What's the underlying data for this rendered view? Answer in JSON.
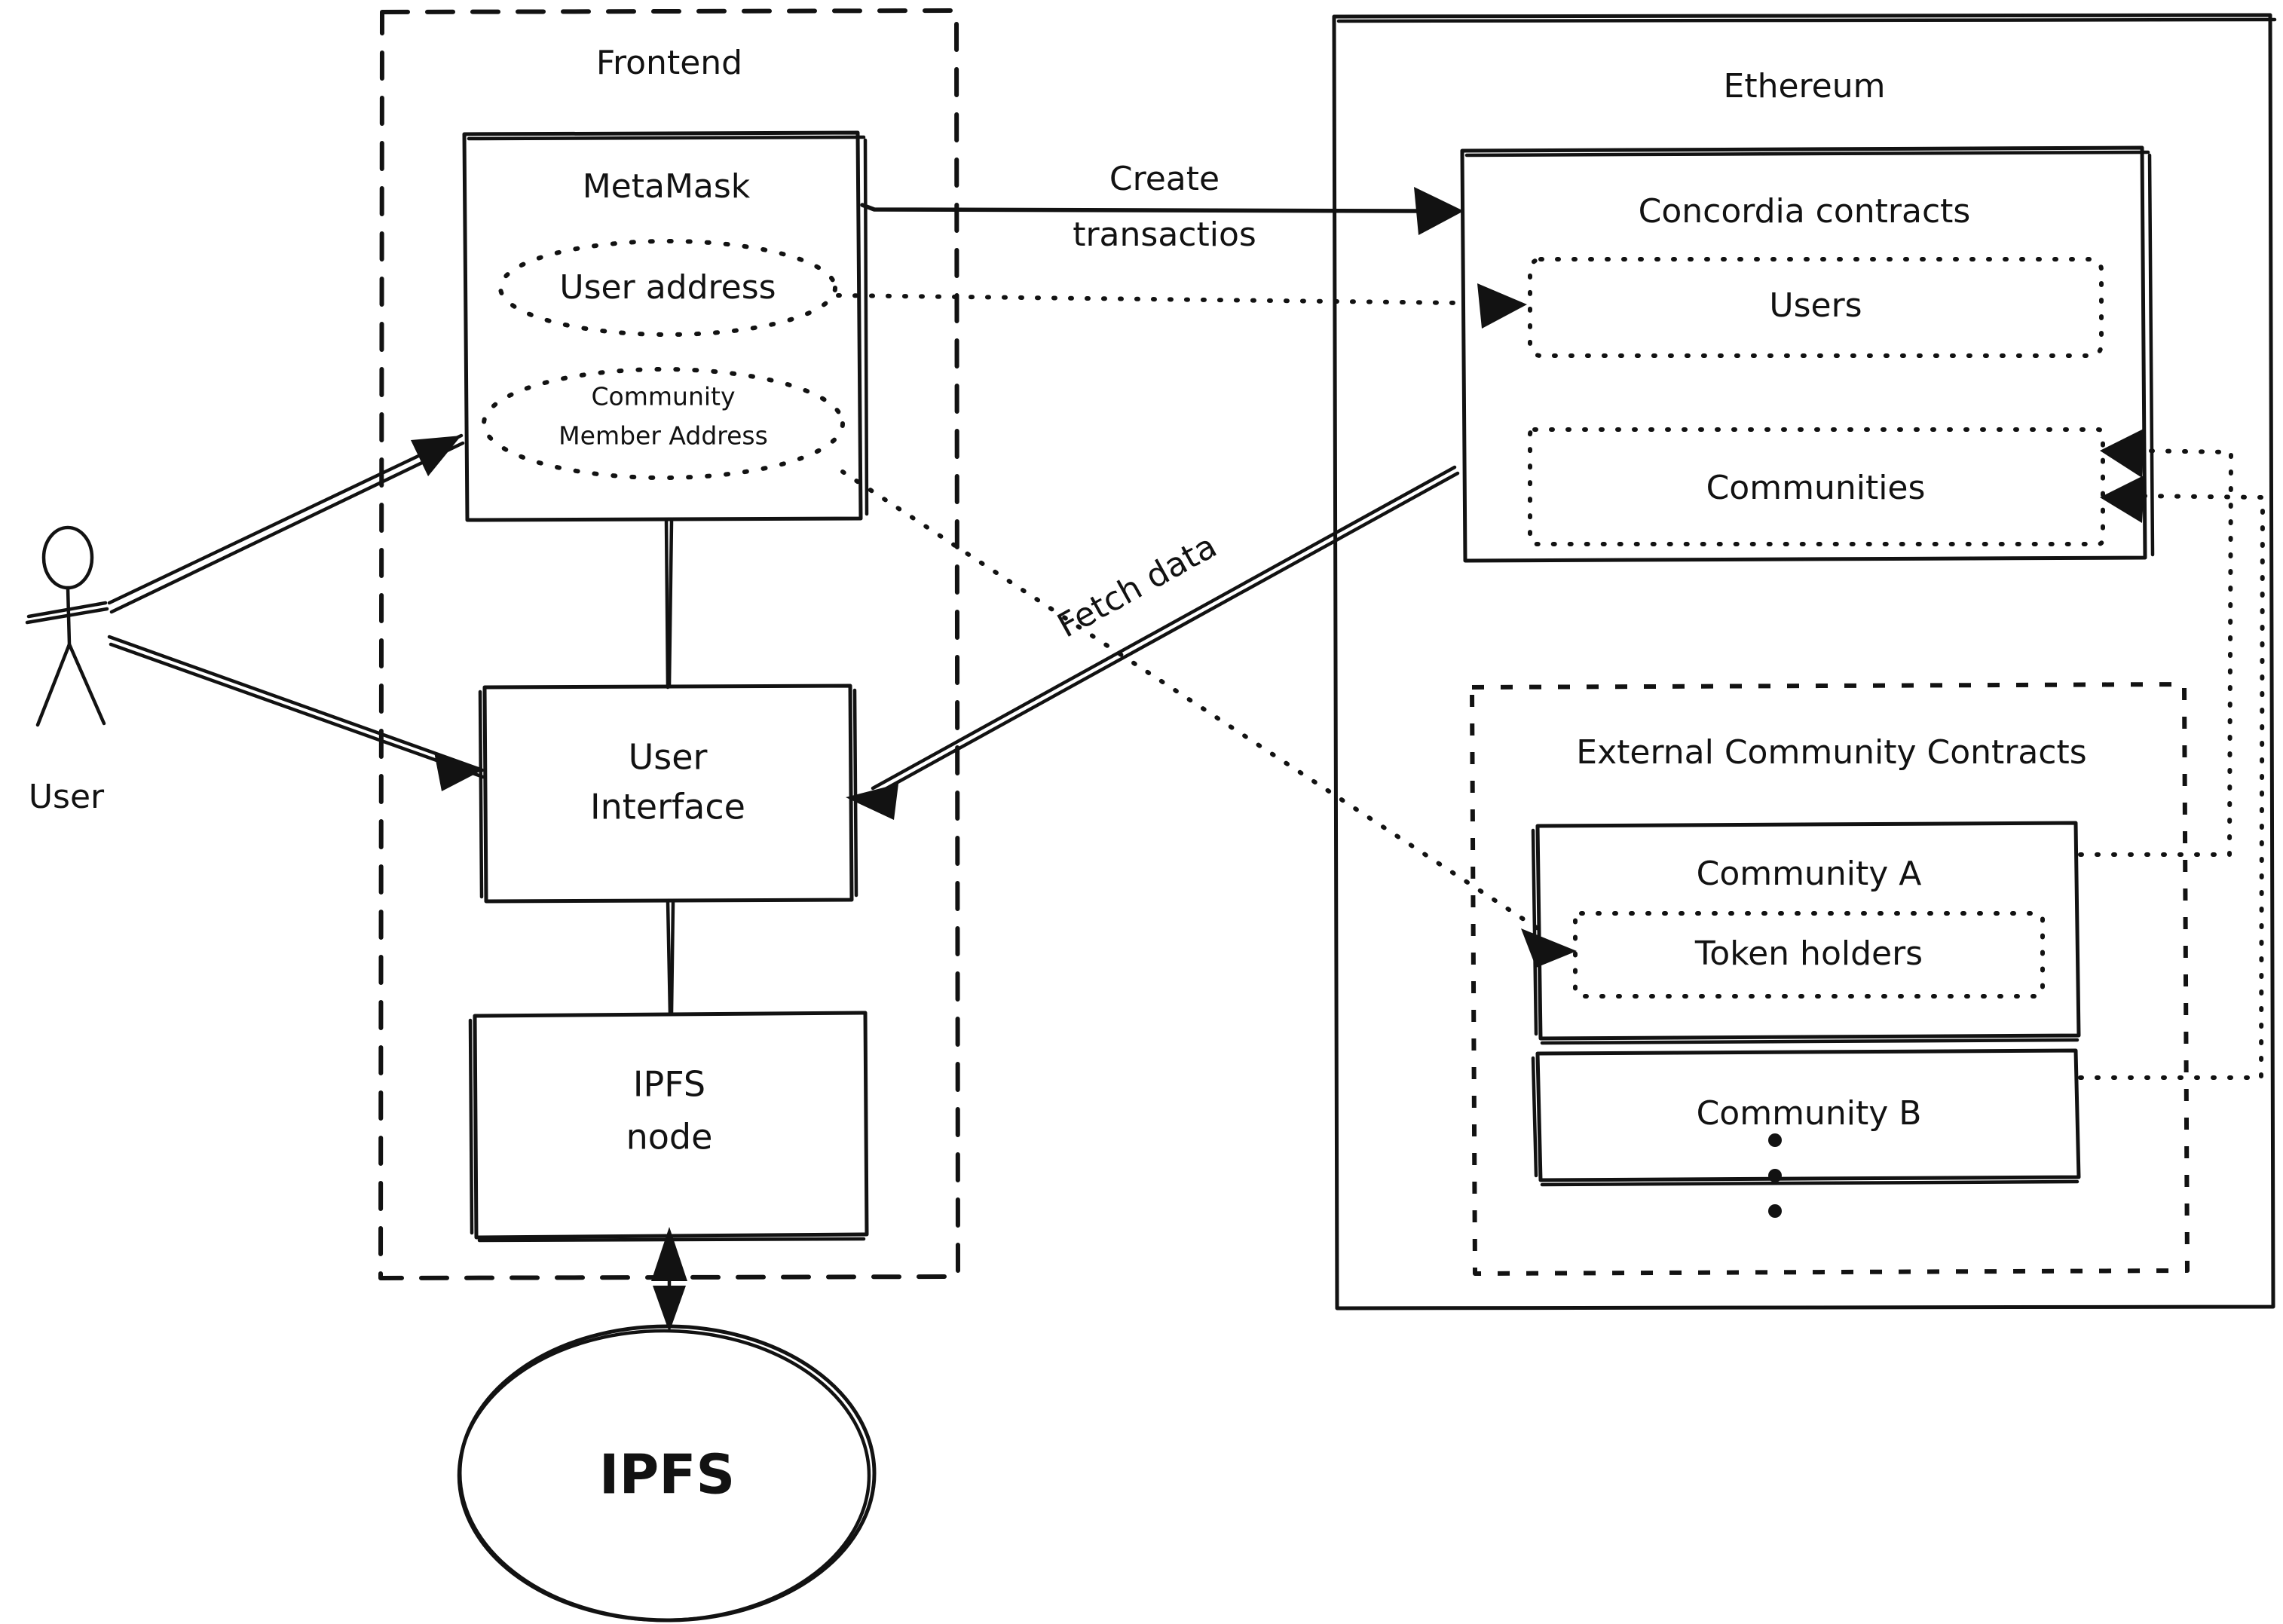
{
  "diagram": {
    "title_hidden": "",
    "groups": [
      {
        "id": "frontend",
        "label": "Frontend",
        "style": "dashed"
      },
      {
        "id": "ethereum",
        "label": "Ethereum",
        "style": "solid"
      },
      {
        "id": "external_community_contracts",
        "label": "External Community Contracts",
        "style": "dashed"
      },
      {
        "id": "concordia_contracts",
        "label": "Concordia contracts",
        "style": "solid"
      }
    ],
    "nodes": [
      {
        "id": "user",
        "label": "User",
        "shape": "actor"
      },
      {
        "id": "metamask",
        "label": "MetaMask",
        "shape": "rect"
      },
      {
        "id": "user_address",
        "label": "User address",
        "shape": "ellipse-dotted"
      },
      {
        "id": "community_member_address_line1",
        "label": "Community",
        "shape": "ellipse-dotted"
      },
      {
        "id": "community_member_address_line2",
        "label": "Member Address",
        "shape": "ellipse-dotted"
      },
      {
        "id": "user_interface_line1",
        "label": "User",
        "shape": "rect"
      },
      {
        "id": "user_interface_line2",
        "label": "Interface",
        "shape": "rect"
      },
      {
        "id": "ipfs_node_line1",
        "label": "IPFS",
        "shape": "rect"
      },
      {
        "id": "ipfs_node_line2",
        "label": "node",
        "shape": "rect"
      },
      {
        "id": "ipfs",
        "label": "IPFS",
        "shape": "ellipse"
      },
      {
        "id": "users",
        "label": "Users",
        "shape": "rect-dotted"
      },
      {
        "id": "communities",
        "label": "Communities",
        "shape": "rect-dotted"
      },
      {
        "id": "community_a",
        "label": "Community A",
        "shape": "rect"
      },
      {
        "id": "token_holders",
        "label": "Token holders",
        "shape": "rect-dotted"
      },
      {
        "id": "community_b",
        "label": "Community B",
        "shape": "rect"
      },
      {
        "id": "more_communities",
        "label": "⋮",
        "shape": "ellipsis"
      }
    ],
    "edges": [
      {
        "id": "e1",
        "from": "metamask",
        "to": "concordia_contracts",
        "label": "Create transactios",
        "label_line1": "Create",
        "label_line2": "transactios",
        "style": "solid",
        "arrow": "end"
      },
      {
        "id": "e2",
        "from": "user_address",
        "to": "users",
        "label": "",
        "style": "dotted",
        "arrow": "end"
      },
      {
        "id": "e3",
        "from": "community_member_address",
        "to": "token_holders",
        "label": "",
        "style": "dotted",
        "arrow": "end"
      },
      {
        "id": "e4",
        "from": "concordia_contracts",
        "to": "user_interface",
        "label": "Fetch data",
        "style": "solid",
        "arrow": "end"
      },
      {
        "id": "e5",
        "from": "user",
        "to": "metamask",
        "label": "",
        "style": "solid",
        "arrow": "end"
      },
      {
        "id": "e6",
        "from": "user",
        "to": "user_interface",
        "label": "",
        "style": "solid",
        "arrow": "end"
      },
      {
        "id": "e7",
        "from": "user_interface",
        "to": "metamask",
        "label": "",
        "style": "solid",
        "arrow": "none"
      },
      {
        "id": "e8",
        "from": "user_interface",
        "to": "ipfs_node",
        "label": "",
        "style": "solid",
        "arrow": "none"
      },
      {
        "id": "e9",
        "from": "ipfs_node",
        "to": "ipfs",
        "label": "",
        "style": "solid",
        "arrow": "both"
      },
      {
        "id": "e10",
        "from": "community_a",
        "to": "communities",
        "label": "",
        "style": "dotted",
        "arrow": "end"
      },
      {
        "id": "e11",
        "from": "community_b",
        "to": "communities",
        "label": "",
        "style": "dotted",
        "arrow": "end"
      }
    ],
    "colors": {
      "ink": "#121212",
      "background": "#ffffff"
    }
  }
}
